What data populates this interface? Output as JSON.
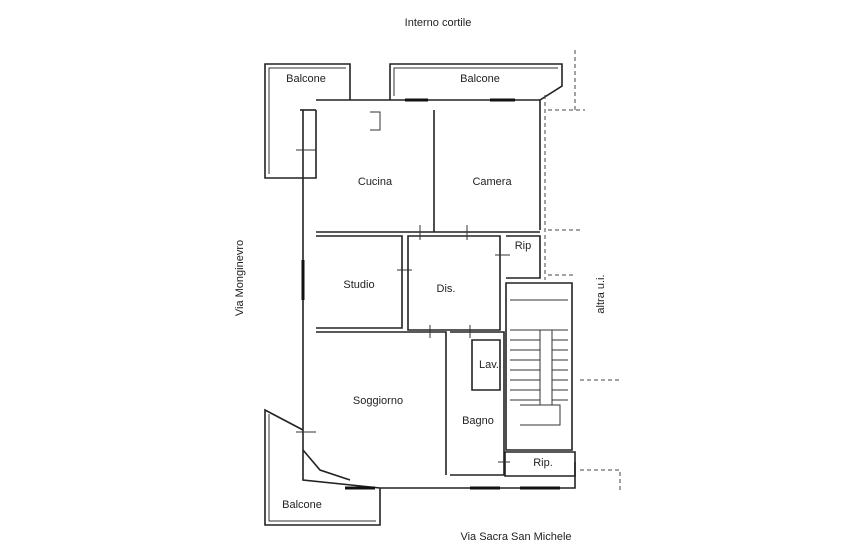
{
  "streets": {
    "top": "Interno cortile",
    "left": "Via Monginevro",
    "bottom": "Via Sacra San Michele",
    "right": "altra u.i."
  },
  "rooms": {
    "balcone_tl": "Balcone",
    "balcone_tr": "Balcone",
    "balcone_bl": "Balcone",
    "cucina": "Cucina",
    "camera": "Camera",
    "studio": "Studio",
    "dis": "Dis.",
    "rip_top": "Rip",
    "soggiorno": "Soggiorno",
    "lav": "Lav.",
    "bagno": "Bagno",
    "rip_bottom": "Rip."
  }
}
